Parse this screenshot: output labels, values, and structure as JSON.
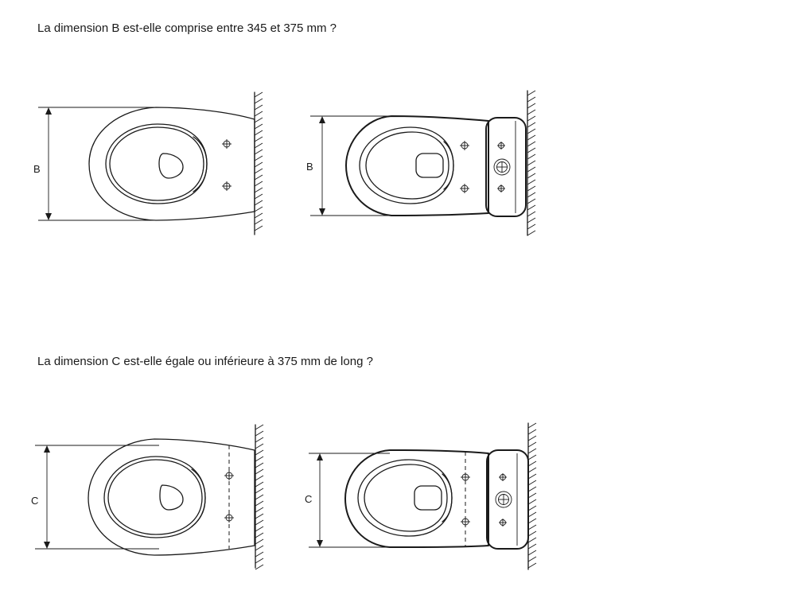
{
  "section_b": {
    "question": "La dimension B est-elle comprise entre 345 et 375 mm ?",
    "wall_hung_label": "B",
    "close_coupled_label": "B"
  },
  "section_c": {
    "question": "La dimension C est-elle égale ou inférieure à 375 mm de long ?",
    "wall_hung_label": "C",
    "close_coupled_label": "C"
  }
}
